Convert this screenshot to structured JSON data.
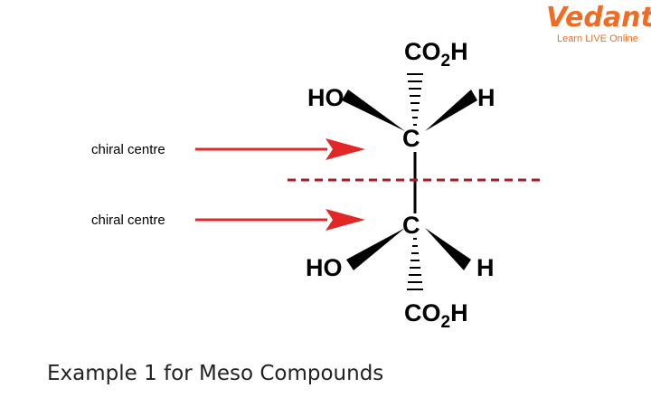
{
  "logo": {
    "name": "Vedantu",
    "tagline": "Learn LIVE Online",
    "color": "#f26b21"
  },
  "molecule": {
    "top_group": {
      "main": "CO",
      "sub": "2",
      "tail": "H"
    },
    "bottom_group": {
      "main": "CO",
      "sub": "2",
      "tail": "H"
    },
    "upper_left": "HO",
    "upper_right": "H",
    "upper_center": "C",
    "lower_left": "HO",
    "lower_right": "H",
    "lower_center": "C"
  },
  "annotations": {
    "upper_label": "chiral centre",
    "lower_label": "chiral centre",
    "arrow_color": "#e32626",
    "symmetry_line_color": "#a31f24"
  },
  "caption": "Example 1 for Meso Compounds"
}
